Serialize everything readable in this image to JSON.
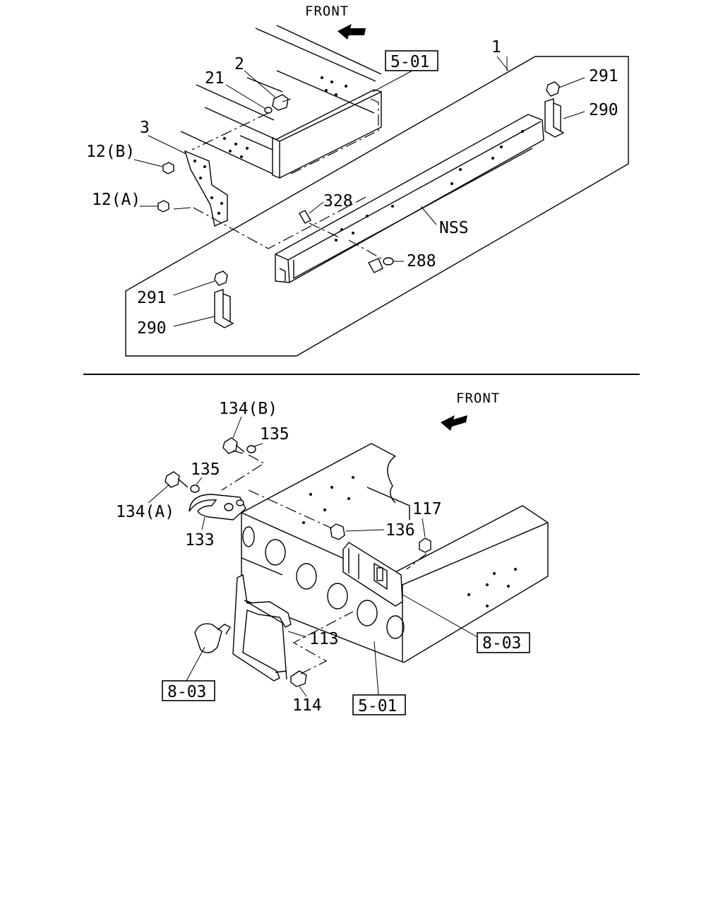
{
  "top": {
    "front_label": "FRONT",
    "ref_box": "5-01",
    "callouts": {
      "c1": "1",
      "c2": "2",
      "c21": "21",
      "c3": "3",
      "c12b": "12(B)",
      "c12a": "12(A)",
      "c291_right": "291",
      "c290_right": "290",
      "c328": "328",
      "nss": "NSS",
      "c288": "288",
      "c291_left": "291",
      "c290_left": "290"
    }
  },
  "bottom": {
    "front_label": "FRONT",
    "callouts": {
      "c134b": "134(B)",
      "c135_top": "135",
      "c135": "135",
      "c134a": "134(A)",
      "c133": "133",
      "c117": "117",
      "c136": "136",
      "c113": "113",
      "c114": "114"
    },
    "ref_box_right": "8-03",
    "ref_box_left": "8-03",
    "ref_box_bottom": "5-01"
  }
}
